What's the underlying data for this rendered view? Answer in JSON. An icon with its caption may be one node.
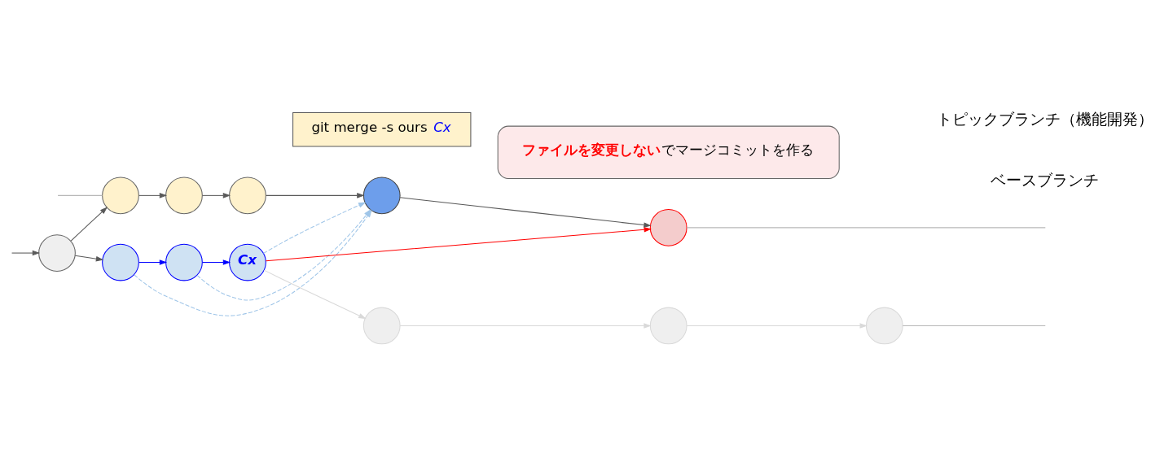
{
  "diagram": {
    "nodes": [
      {
        "text": [],
        "shape": "circle"
      },
      {
        "text": [],
        "shape": "circle"
      },
      {
        "text": [],
        "shape": "circle"
      },
      {
        "text": [
          "Cx"
        ]
      },
      {
        "text": [],
        "shape": "circle"
      },
      {
        "text": [],
        "shape": "circle"
      },
      {
        "text": [],
        "shape": "circle"
      },
      {
        "text": [],
        "shape": "circle"
      },
      {
        "text": [],
        "shape": "circle"
      },
      {
        "text": [],
        "shape": "circle"
      },
      {
        "text": [],
        "shape": "circle"
      },
      {
        "text": [],
        "shape": "circle"
      },
      {
        "text": [
          "git merge -s ours *Cx*"
        ]
      },
      {
        "text": [
          "**ファイルを変更しない**でマージコミットを作る"
        ]
      }
    ],
    "edges": [
      {
        "from": null,
        "to": 0,
        "arrow": "to"
      },
      {
        "from": 0,
        "to": 1,
        "arrow": "to"
      },
      {
        "from": 1,
        "to": 2,
        "arrow": "to",
        "color": "#0000ff"
      },
      {
        "from": 2,
        "to": 3,
        "arrow": "to",
        "color": "#0000ff"
      },
      {
        "from": 3,
        "to": 4,
        "arrow": "to",
        "color": "#d9d9d9"
      },
      {
        "from": 4,
        "to": 5,
        "arrow": "to",
        "color": "#d9d9d9"
      },
      {
        "from": 5,
        "to": 6,
        "arrow": "to",
        "color": "#d9d9d9"
      },
      {
        "from": 6,
        "to": null,
        "arrow": "none",
        "color": "#b7b7b7"
      },
      {
        "from": 0,
        "to": 7,
        "arrow": "to"
      },
      {
        "from": null,
        "to": 7,
        "arrow": "none",
        "color": "#b7b7b7"
      },
      {
        "from": 7,
        "to": 8,
        "arrow": "to"
      },
      {
        "from": 8,
        "to": 9,
        "arrow": "to"
      },
      {
        "from": 9,
        "to": 10,
        "arrow": "to"
      },
      {
        "from": 10,
        "to": 11,
        "arrow": "to"
      },
      {
        "from": 11,
        "to": null,
        "arrow": "none",
        "color": "#b7b7b7"
      },
      {
        "from": 1,
        "to": 10,
        "arrow": "to",
        "style": "dashed",
        "color": "#9fc5e8"
      },
      {
        "from": 2,
        "to": 10,
        "arrow": "to",
        "style": "dashed",
        "color": "#9fc5e8"
      },
      {
        "from": 3,
        "to": 10,
        "arrow": "to",
        "style": "dashed",
        "color": "#9fc5e8"
      },
      {
        "from": 3,
        "to": 11,
        "arrow": "to",
        "color": "#ff0000"
      }
    ],
    "labels": [
      "ベースブランチ",
      "トピックブランチ（機能開発）"
    ]
  }
}
